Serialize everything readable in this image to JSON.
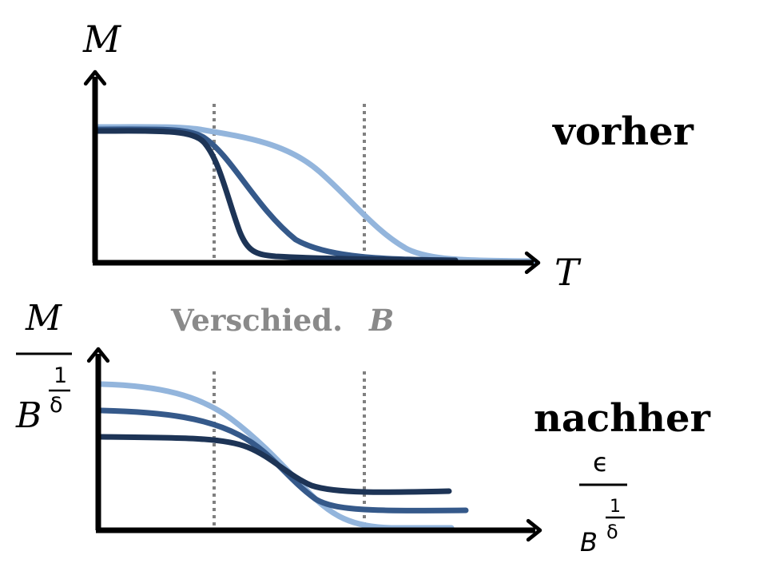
{
  "colors": {
    "axis": "#000000",
    "guide": "#808080",
    "series_light": "#93b5dc",
    "series_mid": "#35598a",
    "series_dark": "#1d3456",
    "note": "#8a8a8a"
  },
  "top_panel": {
    "y_axis_label": "M",
    "x_axis_label": "T",
    "panel_label": "vorher"
  },
  "middle_label": {
    "text": "Verschied.",
    "symbol": "B"
  },
  "bottom_panel": {
    "y_label_numerator": "M",
    "y_label_base": "B",
    "y_label_exp_num": "1",
    "y_label_exp_den": "δ",
    "panel_label": "nachher",
    "x_label_numerator": "ϵ",
    "x_label_base": "B",
    "x_label_exp_num": "1",
    "x_label_exp_den": "δ"
  }
}
